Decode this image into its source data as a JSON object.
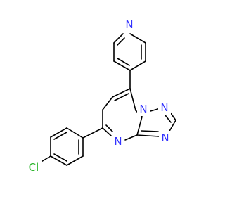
{
  "molecule": {
    "colors": {
      "bond": "#000000",
      "nitrogen": "#3333ff",
      "chlorine": "#2db52d",
      "background": "#ffffff"
    },
    "atoms": [
      {
        "id": "n_pyridine",
        "label": "N",
        "element": "nitrogen"
      },
      {
        "id": "n1_bridge",
        "label": "N",
        "element": "nitrogen"
      },
      {
        "id": "n2_triazole",
        "label": "N",
        "element": "nitrogen"
      },
      {
        "id": "n4_triazole",
        "label": "N",
        "element": "nitrogen"
      },
      {
        "id": "n_pyrimidine",
        "label": "N",
        "element": "nitrogen"
      },
      {
        "id": "cl",
        "label": "Cl",
        "element": "chlorine"
      }
    ]
  }
}
